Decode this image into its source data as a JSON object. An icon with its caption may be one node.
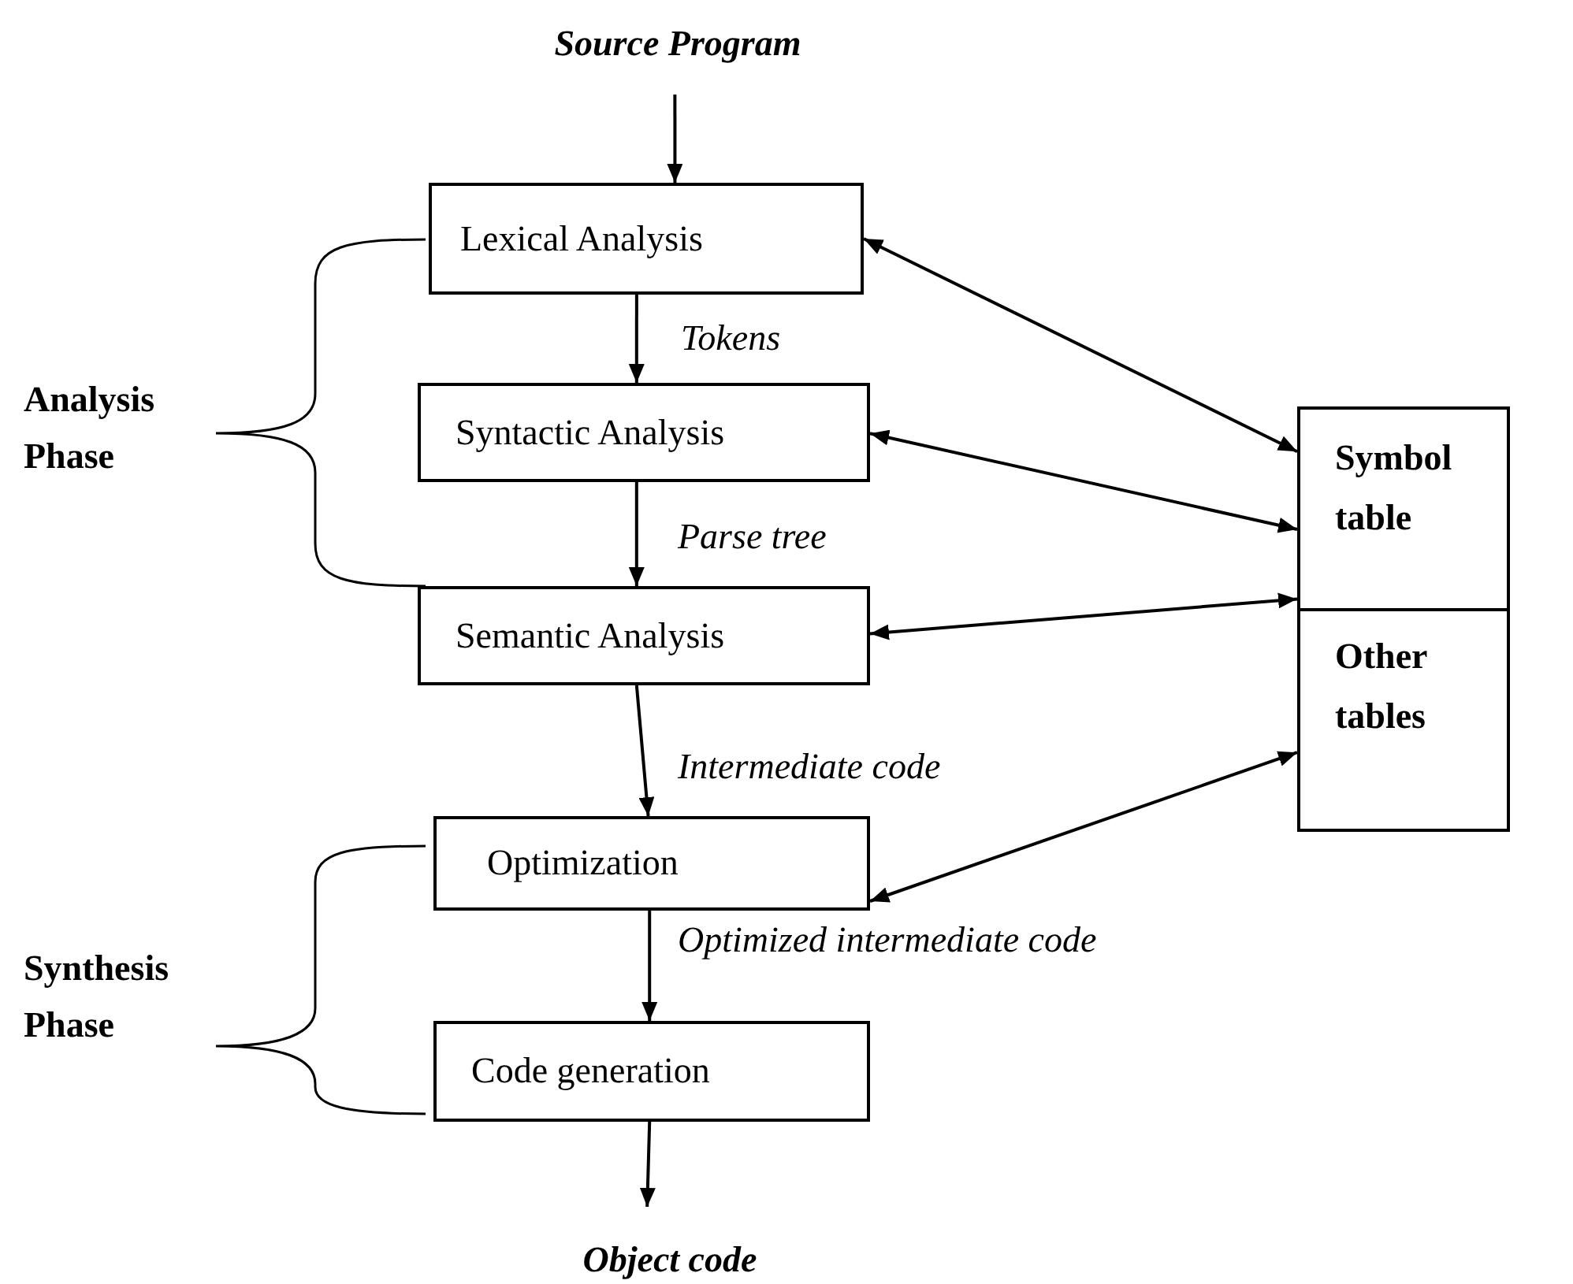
{
  "diagram": {
    "nodes": [
      {
        "text": [
          "Source Program"
        ]
      },
      {
        "text": [
          "Lexical Analysis"
        ]
      },
      {
        "text": [
          "Syntactic Analysis"
        ]
      },
      {
        "text": [
          "Semantic Analysis"
        ]
      },
      {
        "text": [
          "Optimization"
        ]
      },
      {
        "text": [
          "Code generation"
        ]
      },
      {
        "text": [
          "Object code"
        ]
      },
      {
        "text": [
          "Symbol table"
        ]
      },
      {
        "text": [
          "Other tables"
        ]
      }
    ],
    "edges": [
      {
        "from": 0,
        "to": 1,
        "arrow": "to"
      },
      {
        "from": 1,
        "to": 2,
        "arrow": "to",
        "label": "Tokens"
      },
      {
        "from": 2,
        "to": 3,
        "arrow": "to",
        "label": "Parse tree"
      },
      {
        "from": 3,
        "to": 4,
        "arrow": "to",
        "label": "Intermediate code"
      },
      {
        "from": 4,
        "to": 5,
        "arrow": "to",
        "label": "Optimized intermediate code"
      },
      {
        "from": 5,
        "to": 6,
        "arrow": "to"
      },
      {
        "from": 1,
        "to": 7,
        "arrow": "both"
      },
      {
        "from": 2,
        "to": 7,
        "arrow": "both"
      },
      {
        "from": 3,
        "to": 7,
        "arrow": "both"
      },
      {
        "from": 4,
        "to": 8,
        "arrow": "both"
      }
    ],
    "labels": [
      "Analysis Phase",
      "Synthesis Phase"
    ]
  }
}
